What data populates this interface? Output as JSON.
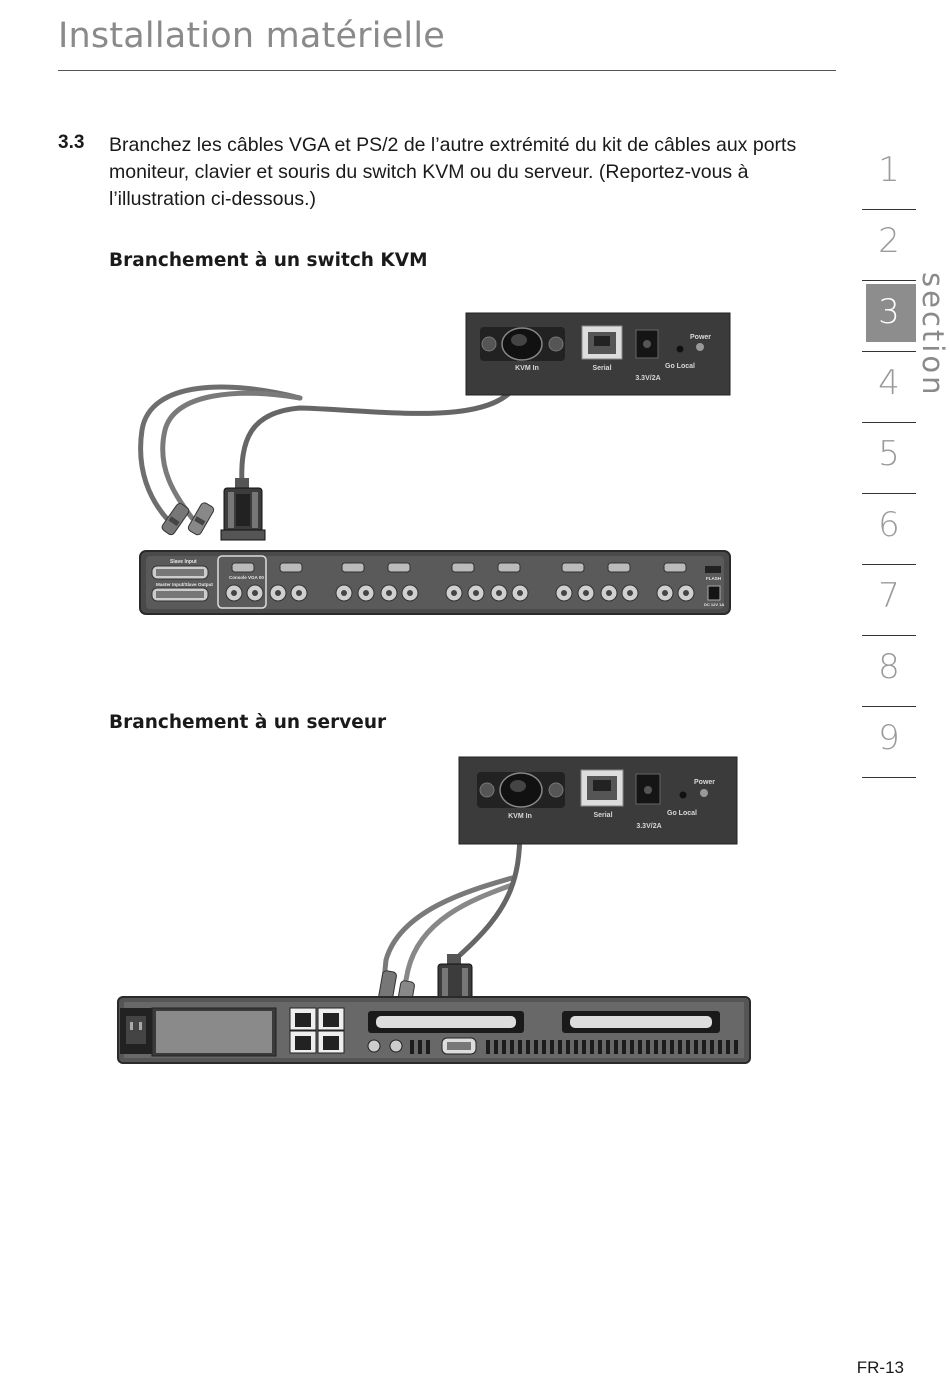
{
  "header": {
    "title": "Installation matérielle"
  },
  "step": {
    "number": "3.3",
    "text": "Branchez les câbles VGA et PS/2 de l’autre extrémité du kit de câbles aux ports moniteur, clavier et souris du switch KVM ou du serveur. (Reportez-vous à l’illustration ci-dessous.)"
  },
  "figures": {
    "kvm": {
      "heading": "Branchement à un switch KVM",
      "module": {
        "port_kvm_in": "KVM In",
        "port_serial": "Serial",
        "power_rating": "3.3V/2A",
        "go_local": "Go Local",
        "power": "Power"
      },
      "switch_labels": {
        "slave_input": "Slave Input",
        "master_io": "Master Input/Slave Output",
        "console": "Console VGA 00",
        "flash": "FLASH",
        "dc": "DC 12V 1A"
      }
    },
    "server": {
      "heading": "Branchement à un serveur",
      "module": {
        "port_kvm_in": "KVM In",
        "port_serial": "Serial",
        "power_rating": "3.3V/2A",
        "go_local": "Go Local",
        "power": "Power"
      }
    }
  },
  "section_nav": {
    "label": "section",
    "items": [
      "1",
      "2",
      "3",
      "4",
      "5",
      "6",
      "7",
      "8",
      "9"
    ],
    "active": "3"
  },
  "page_number": "FR-13"
}
